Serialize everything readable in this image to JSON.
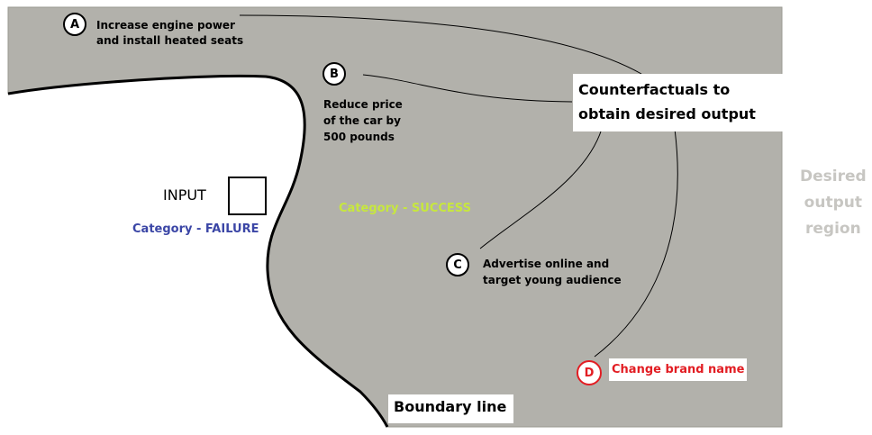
{
  "markers": {
    "a": "A",
    "b": "B",
    "c": "C",
    "d": "D"
  },
  "counterfactuals": {
    "a": "Increase engine power\nand install heated seats",
    "b": "Reduce price\nof the car by\n500 pounds",
    "c": "Advertise online and\ntarget young audience",
    "d": "Change brand name"
  },
  "center_label": "Counterfactuals to\nobtain desired output",
  "input_label": "INPUT",
  "failure_label": "Category - FAILURE",
  "success_label": "Category - SUCCESS",
  "region_label": "Desired\noutput\nregion",
  "boundary_label": "Boundary line",
  "colors": {
    "region_fill": "#b2b1ab",
    "failure": "#3b46a6",
    "success": "#c7e73e",
    "change_brand": "#e21d23",
    "region_text": "#c7c6c2"
  }
}
